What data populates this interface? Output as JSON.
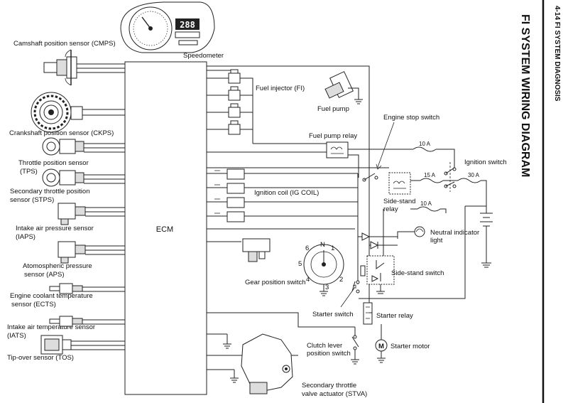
{
  "page": {
    "header": "4-14    FI SYSTEM DIAGNOSIS",
    "title": "FI SYSTEM WIRING DIAGRAM"
  },
  "ecm_label": "ECM",
  "left_components": [
    {
      "id": "cmps",
      "label": "Camshaft position sensor (CMPS)"
    },
    {
      "id": "ckps",
      "label": "Crankshaft position sensor (CKPS)"
    },
    {
      "id": "tps",
      "label": [
        "Throttle position sensor",
        "(TPS)"
      ]
    },
    {
      "id": "stps",
      "label": [
        "Secondary throttle position",
        "sensor (STPS)"
      ]
    },
    {
      "id": "iaps",
      "label": [
        "Intake air pressure sensor",
        "(IAPS)"
      ]
    },
    {
      "id": "aps",
      "label": [
        "Atomospheric pressure",
        "sensor (APS)"
      ]
    },
    {
      "id": "ects",
      "label": [
        "Engine coolant temperature",
        "sensor (ECTS)"
      ]
    },
    {
      "id": "iats",
      "label": [
        "Intake air temperature sensor",
        "(IATS)"
      ]
    },
    {
      "id": "tos",
      "label": "Tip-over sensor (TOS)"
    }
  ],
  "right_components": {
    "speedometer": "Speedometer",
    "speedo_display": "288",
    "fuel_injector": "Fuel injector (FI)",
    "fuel_pump": "Fuel pump",
    "engine_stop_switch": "Engine stop switch",
    "fuel_pump_relay": "Fuel pump relay",
    "ignition_switch": "Ignition switch",
    "ignition_coil": "Ignition coil (IG COIL)",
    "side_stand_relay": [
      "Side-stand",
      "relay"
    ],
    "neutral_indicator": [
      "Neutral indicator",
      "light"
    ],
    "gear_position_switch": "Gear position switch",
    "side_stand_switch": "Side-stand switch",
    "starter_switch": "Starter switch",
    "starter_relay": "Starter relay",
    "clutch_lever_switch": [
      "Clutch lever",
      "position switch"
    ],
    "starter_motor": "Starter motor",
    "stva": [
      "Secondary throttle",
      "valve actuator (STVA)"
    ]
  },
  "fuses": [
    "10 A",
    "15 A",
    "30 A",
    "10 A"
  ],
  "gear_numbers": [
    "N",
    "1",
    "2",
    "3",
    "4",
    "5",
    "6"
  ],
  "starter_motor_symbol": "M"
}
